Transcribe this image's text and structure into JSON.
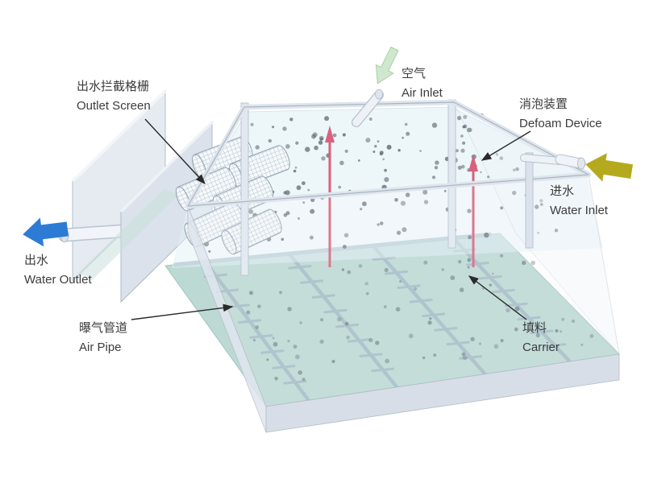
{
  "figure": {
    "background": "#ffffff"
  },
  "labels": {
    "outlet_screen": {
      "zh": "出水拦截格栅",
      "en": "Outlet Screen"
    },
    "air_inlet": {
      "zh": "空气",
      "en": "Air Inlet"
    },
    "defoam_device": {
      "zh": "消泡装置",
      "en": "Defoam Device"
    },
    "water_inlet": {
      "zh": "进水",
      "en": "Water Inlet"
    },
    "water_outlet": {
      "zh": "出水",
      "en": "Water Outlet"
    },
    "air_pipe": {
      "zh": "曝气管道",
      "en": "Air Pipe"
    },
    "carrier": {
      "zh": "填料",
      "en": "Carrier"
    }
  },
  "colors": {
    "water_outlet_arrow": "#2e7bd6",
    "water_inlet_arrow": "#b5aa1e",
    "air_inlet_arrow": "#cfe8cd",
    "defoam_rod": "#d9607e",
    "tank_wall": "#e2e8f0",
    "water_surface": "#edf6f9",
    "tank_floor": "#b9d8d2",
    "carrier_dot": "#59656e",
    "pipe": "#a3bbc5",
    "label_text": "#3c3c3c",
    "pointer_line": "#2a2a2a"
  },
  "decor": {
    "seed": 12,
    "carriers_upper": 150,
    "carriers_lower": 70
  }
}
